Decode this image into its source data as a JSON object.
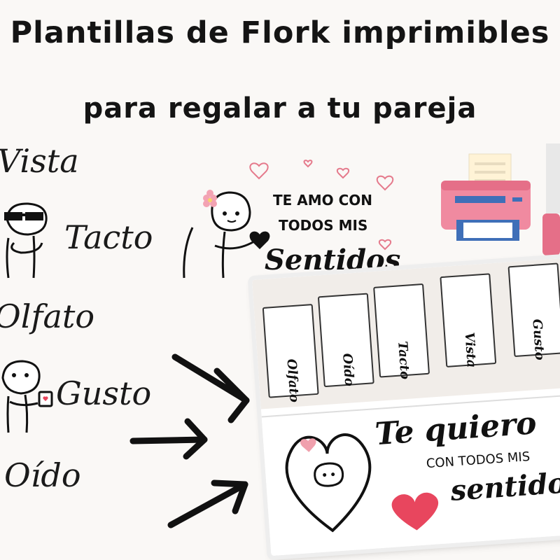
{
  "title": {
    "line1": "Plantillas de Flork imprimibles",
    "line2": "para regalar a tu pareja"
  },
  "senses_list": [
    {
      "label": "Vista"
    },
    {
      "label": "Tacto"
    },
    {
      "label": "Olfato"
    },
    {
      "label": "Gusto"
    },
    {
      "label": "Oído"
    }
  ],
  "center_card": {
    "line1": "TE AMO CON",
    "line2": "TODOS MIS",
    "line3": "Sentidos"
  },
  "mini_cards": [
    "Olfato",
    "Oído",
    "Tacto",
    "Vista",
    "Gusto"
  ],
  "banner": {
    "headline": "Te quiero",
    "sub": "CON TODOS MIS",
    "script": "sentidos"
  },
  "icons": [
    "printer-icon",
    "heart-icon",
    "arrow-icon",
    "sunglasses-icon",
    "mug-icon",
    "flower-icon"
  ],
  "colors": {
    "background": "#faf8f6",
    "heart": "#e8465e",
    "printer_body": "#f08aa0",
    "printer_tray": "#3f6fb8"
  }
}
